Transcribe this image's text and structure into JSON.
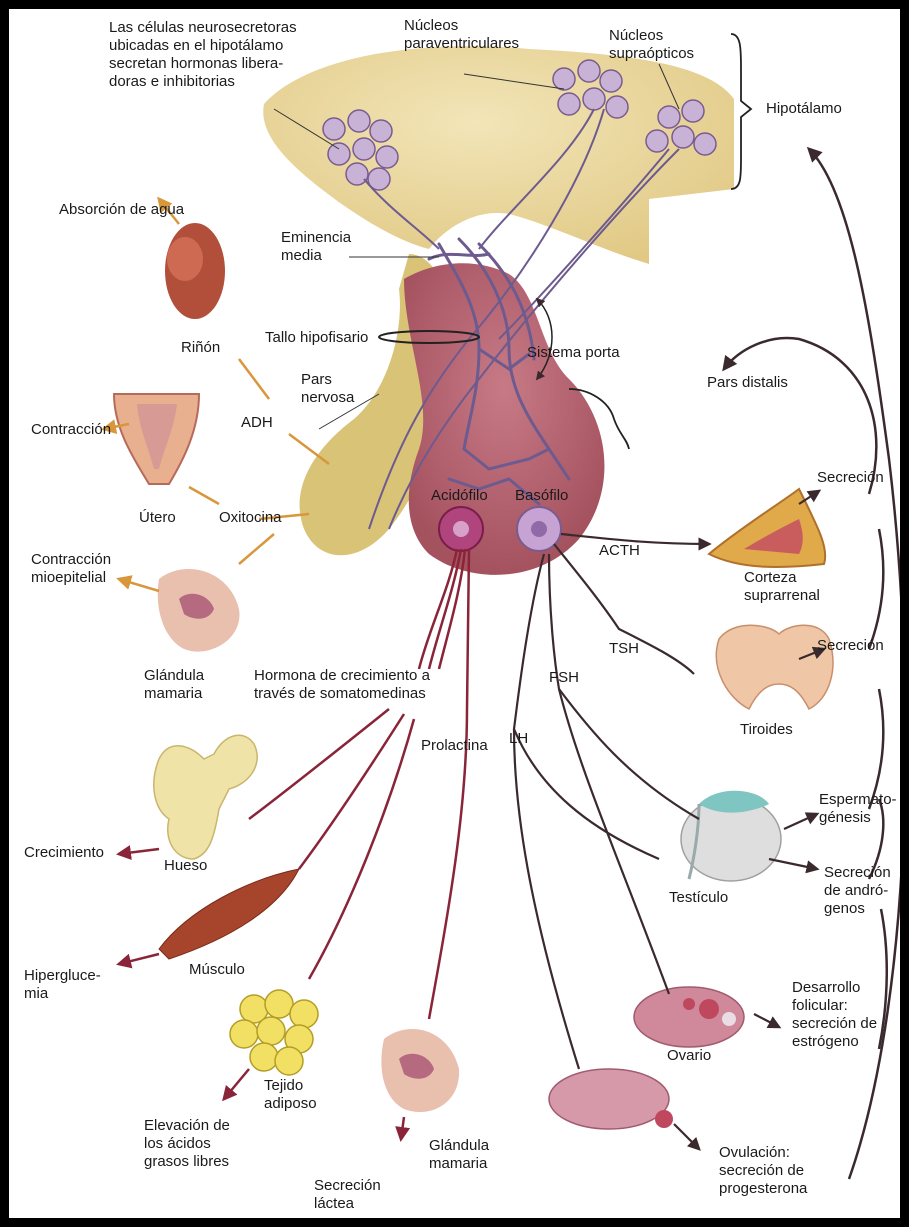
{
  "colors": {
    "hypothalamus": "#e9d79e",
    "posterior_lobe": "#d7bf6f",
    "anterior_lobe": "#b4626f",
    "portal_vessel": "#6d5b8f",
    "hormone_line_red": "#8a2438",
    "hormone_line_dark": "#3a2a2e",
    "arrow_orange": "#d7973a"
  },
  "labels": {
    "neurosecretory": "Las células neurosecretoras\nubicadas en el hipotálamo\nsecretan hormonas libera-\ndoras e inhibitorias",
    "paraventricular": "Núcleos\nparaventriculares",
    "supraoptic": "Núcleos\nsupraópticos",
    "hypothalamus": "Hipotálamo",
    "water_absorption": "Absorción de agua",
    "median_eminence": "Eminencia\nmedia",
    "kidney": "Riñón",
    "stalk": "Tallo hipofisario",
    "portal_system": "Sistema porta",
    "pars_distalis": "Pars distalis",
    "pars_nervosa": "Pars\nnervosa",
    "contraction": "Contracción",
    "adh": "ADH",
    "uterus": "Útero",
    "oxytocin": "Oxitocina",
    "acidophil": "Acidófilo",
    "basophil": "Basófilo",
    "secretion_adrenal": "Secreción",
    "acth": "ACTH",
    "adrenal_cortex": "Corteza\nsuprarrenal",
    "myoepithelial": "Contracción\nmioepitelial",
    "tsh": "TSH",
    "secretion_thyroid": "Secreción",
    "fsh": "FSH",
    "growth_hormone": "Hormona de crecimiento a\ntravés de somatomedinas",
    "mammary_gland_top": "Glándula\nmamaria",
    "thyroid": "Tiroides",
    "lh": "LH",
    "prolactin": "Prolactina",
    "spermatogenesis": "Espermato-\ngénesis",
    "growth": "Crecimiento",
    "bone": "Hueso",
    "androgen_secretion": "Secreción\nde andró-\ngenos",
    "testis": "Testículo",
    "muscle": "Músculo",
    "hyperglycemia": "Hiperglucе-\nmia",
    "follicular": "Desarrollo\nfolicular:\nsecreción de\nestrógeno",
    "ovary": "Ovario",
    "adipose": "Tejido\nadiposo",
    "fatty_acids": "Elevación de\nlos ácidos\ngrasos libres",
    "mammary_gland_bottom": "Glándula\nmamaria",
    "ovulation": "Ovulación:\nsecreción de\nprogesterona",
    "milk_secretion": "Secreción\nláctea"
  }
}
